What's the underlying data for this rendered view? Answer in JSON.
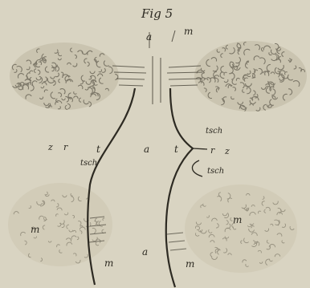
{
  "figure": {
    "title": "Fig 5",
    "labels": {
      "a_top": "a",
      "m_top": "m",
      "z_left": "z",
      "r_left": "r",
      "t_left": "t",
      "a_mid": "a",
      "t_right": "t",
      "r_right": "r",
      "z_right": "z",
      "tsch_left": "tsch",
      "tsch_right_upper": "tsch",
      "tsch_right_lower": "tsch",
      "m_lower_left": "m",
      "m_lower_right": "m",
      "m_bottom_left": "m",
      "a_bottom": "a",
      "m_bottom_right": "m"
    }
  },
  "colors": {
    "paper": "#ddd9c7",
    "ink": "#2d2a22",
    "stipple": "#6f6a5c"
  }
}
